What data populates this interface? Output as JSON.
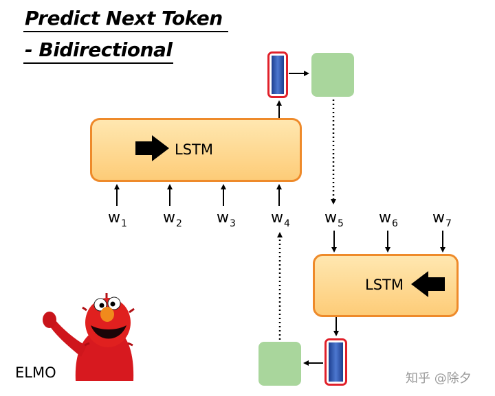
{
  "title": {
    "line1": "Predict Next Token",
    "line2": "- Bidirectional"
  },
  "forward_lstm": {
    "label": "LSTM",
    "direction_icon": "right-arrow-icon"
  },
  "backward_lstm": {
    "label": "LSTM",
    "direction_icon": "left-arrow-icon"
  },
  "words": [
    {
      "base": "w",
      "sub": "1"
    },
    {
      "base": "w",
      "sub": "2"
    },
    {
      "base": "w",
      "sub": "3"
    },
    {
      "base": "w",
      "sub": "4"
    },
    {
      "base": "w",
      "sub": "5"
    },
    {
      "base": "w",
      "sub": "6"
    },
    {
      "base": "w",
      "sub": "7"
    }
  ],
  "elmo": {
    "label": "ELMO"
  },
  "watermark": "知乎 @除夕",
  "colors": {
    "lstm_fill": "#fdcc78",
    "lstm_border": "#ee8a2a",
    "hidden_border": "#e0202a",
    "hidden_fill": "#2f55b0",
    "output_box": "#a9d69c"
  }
}
